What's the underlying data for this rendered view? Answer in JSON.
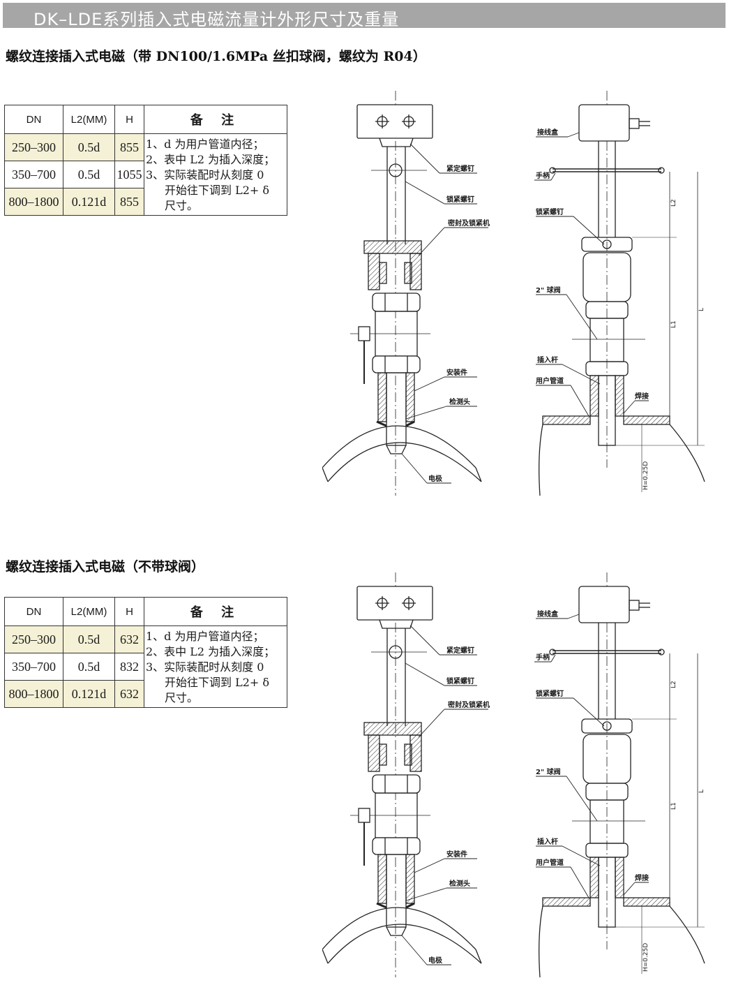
{
  "banner": {
    "title": "DK–LDE系列插入式电磁流量计外形尺寸及重量"
  },
  "sections": [
    {
      "title": "螺纹连接插入式电磁（带 DN100/1.6MPa 丝扣球阀，螺纹为 R04）",
      "table": {
        "headers": [
          "DN",
          "L2(MM)",
          "H",
          "备  注"
        ],
        "rows": [
          {
            "dn": "250–300",
            "l2": "0.5d",
            "h": "855"
          },
          {
            "dn": "350–700",
            "l2": "0.5d",
            "h": "1055"
          },
          {
            "dn": "800–1800",
            "l2": "0.121d",
            "h": "855"
          }
        ],
        "notes": [
          "1、d 为用户管道内径；",
          "2、表中 L2 为插入深度；",
          "3、实际装配时从刻度 0",
          "开始往下调到 L2+ δ",
          "尺寸。"
        ]
      }
    },
    {
      "title": "螺纹连接插入式电磁（不带球阀）",
      "table": {
        "headers": [
          "DN",
          "L2(MM)",
          "H",
          "备  注"
        ],
        "rows": [
          {
            "dn": "250–300",
            "l2": "0.5d",
            "h": "632"
          },
          {
            "dn": "350–700",
            "l2": "0.5d",
            "h": "832"
          },
          {
            "dn": "800–1800",
            "l2": "0.121d",
            "h": "632"
          }
        ],
        "notes": [
          "1、d 为用户管道内径；",
          "2、表中 L2 为插入深度；",
          "3、实际装配时从刻度 0",
          "开始往下调到 L2+ δ",
          "尺寸。"
        ]
      }
    }
  ],
  "drawing_labels": {
    "left": {
      "set_screw": "紧定螺钉",
      "lock_screw": "锁紧螺钉",
      "seal": "密封及锁紧机构",
      "mount": "安装件",
      "probe": "检测头",
      "electrode": "电极"
    },
    "right": {
      "junction_box": "接线盒",
      "handle": "手柄",
      "lock_screw": "锁紧螺钉",
      "ball_valve": "2\" 球阀",
      "rod": "插入杆",
      "pipe": "用户管道",
      "weld": "焊接",
      "dim_l2": "L2",
      "dim_l1": "L1",
      "dim_l": "L",
      "dim_h": "H=0.25D"
    }
  }
}
